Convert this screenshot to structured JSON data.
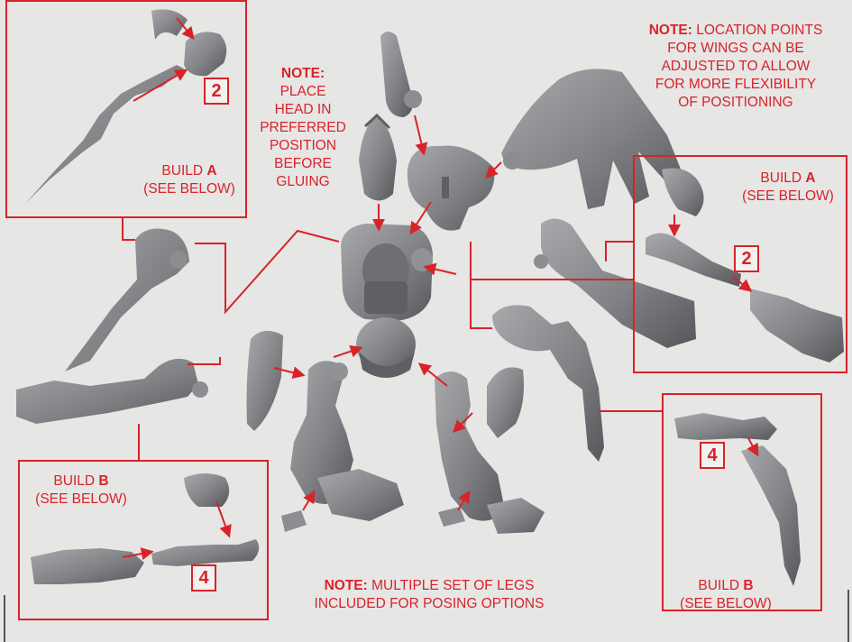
{
  "notes": {
    "head": {
      "bold": "NOTE:",
      "lines": [
        "PLACE",
        "HEAD IN",
        "PREFERRED",
        "POSITION",
        "BEFORE",
        "GLUING"
      ]
    },
    "wings": {
      "bold": "NOTE:",
      "lines": [
        "LOCATION POINTS",
        "FOR WINGS CAN BE",
        "ADJUSTED TO ALLOW",
        "FOR MORE FLEXIBILITY",
        "OF POSITIONING"
      ]
    },
    "legs": {
      "bold": "NOTE:",
      "lines": [
        "MULTIPLE SET OF LEGS",
        "INCLUDED FOR POSING OPTIONS"
      ]
    }
  },
  "builds": {
    "top_left": {
      "prefix": "BUILD ",
      "letter": "A",
      "sub": "(SEE BELOW)",
      "step": "2"
    },
    "right_a": {
      "prefix": "BUILD ",
      "letter": "A",
      "sub": "(SEE BELOW)",
      "step": "2"
    },
    "bottom_left": {
      "prefix": "BUILD ",
      "letter": "B",
      "sub": "(SEE BELOW)",
      "step": "4"
    },
    "right_b": {
      "prefix": "BUILD ",
      "letter": "B",
      "sub": "(SEE BELOW)",
      "step": "4"
    }
  },
  "colors": {
    "accent": "#d8232a",
    "part": "#8b8d90",
    "part_dark": "#5e6064",
    "background": "#e6e6e5"
  }
}
